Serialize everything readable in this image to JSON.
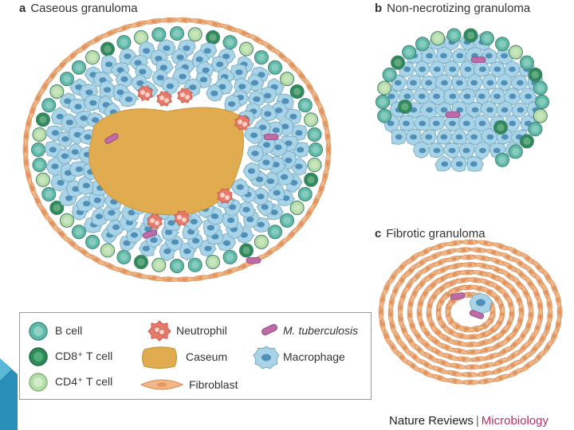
{
  "panels": {
    "a": {
      "letter": "a",
      "title": "Caseous granuloma"
    },
    "b": {
      "letter": "b",
      "title": "Non-necrotizing granuloma"
    },
    "c": {
      "letter": "c",
      "title": "Fibrotic granuloma"
    }
  },
  "legend": {
    "b_cell": "B cell",
    "cd8": "CD8⁺ T cell",
    "cd4": "CD4⁺ T cell",
    "neutrophil": "Neutrophil",
    "caseum": "Caseum",
    "fibroblast": "Fibroblast",
    "mtb": "M. tuberculosis",
    "macrophage": "Macrophage"
  },
  "credit": {
    "journal": "Nature Reviews",
    "separator": "|",
    "section": "Microbiology"
  },
  "colors": {
    "macrophage": "#a9d3e6",
    "macrophage_stroke": "#6fa6c0",
    "nucleus": "#4f8fb8",
    "b_cell": "#5fbaa9",
    "cd8": "#2f8a5a",
    "cd4": "#b6dca7",
    "fibroblast": "#f1b787",
    "fibroblast_stroke": "#d98a55",
    "caseum": "#e1ac4f",
    "neutrophil": "#e6796a",
    "mtb": "#c06aa7"
  }
}
